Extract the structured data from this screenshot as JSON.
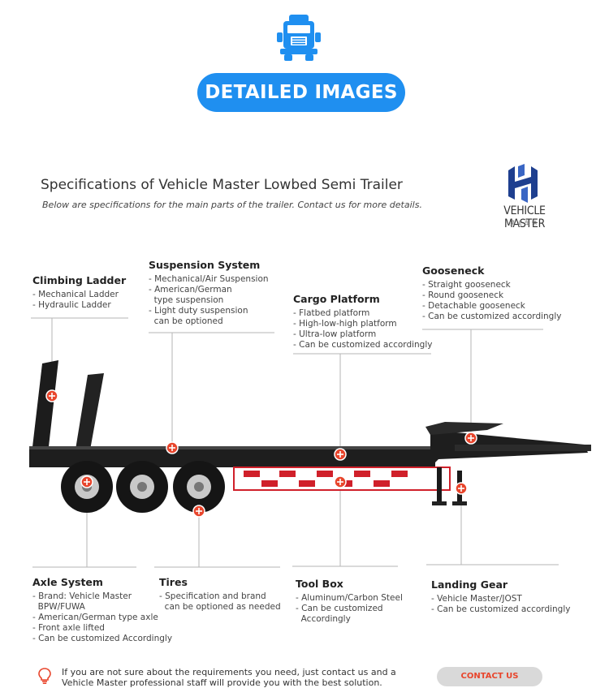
{
  "header": {
    "title": "DETAILED IMAGES",
    "accent_color": "#1f8ff0"
  },
  "intro": {
    "title": "Specifications of Vehicle Master Lowbed Semi Trailer",
    "subtitle": "Below are specifications for the main parts of the trailer. Contact us for more details."
  },
  "brand": {
    "name": "VEHICLE MASTER",
    "name_cn": "昊业车辆"
  },
  "callouts": {
    "climbing_ladder": {
      "title": "Climbing Ladder",
      "items": [
        "- Mechanical Ladder",
        "- Hydraulic Ladder"
      ]
    },
    "suspension_system": {
      "title": "Suspension System",
      "items": [
        "- Mechanical/Air Suspension",
        "- American/German",
        "  type suspension",
        "- Light duty suspension",
        "  can be optioned"
      ]
    },
    "cargo_platform": {
      "title": "Cargo Platform",
      "items": [
        "- Flatbed platform",
        "- High-low-high platform",
        "- Ultra-low platform",
        "- Can be customized accordingly"
      ]
    },
    "gooseneck": {
      "title": "Gooseneck",
      "items": [
        "- Straight gooseneck",
        "- Round gooseneck",
        "- Detachable gooseneck",
        "- Can be customized accordingly"
      ]
    },
    "axle_system": {
      "title": "Axle System",
      "items": [
        "- Brand: Vehicle Master",
        "  BPW/FUWA",
        "- American/German type axle",
        "- Front axle lifted",
        "- Can be customized Accordingly"
      ]
    },
    "tires": {
      "title": "Tires",
      "items": [
        "- Specification and brand",
        "  can be optioned as needed"
      ]
    },
    "tool_box": {
      "title": "Tool Box",
      "items": [
        "- Aluminum/Carbon Steel",
        "- Can be customized",
        "  Accordingly"
      ]
    },
    "landing_gear": {
      "title": "Landing Gear",
      "items": [
        "- Vehicle Master/JOST",
        "- Can be customized accordingly"
      ]
    }
  },
  "footer": {
    "line1": "If you are not sure about the requirements you need, just contact us and a",
    "line2": "Vehicle Master professional staff will provide you with the best solution.",
    "contact_label": "CONTACT US"
  }
}
